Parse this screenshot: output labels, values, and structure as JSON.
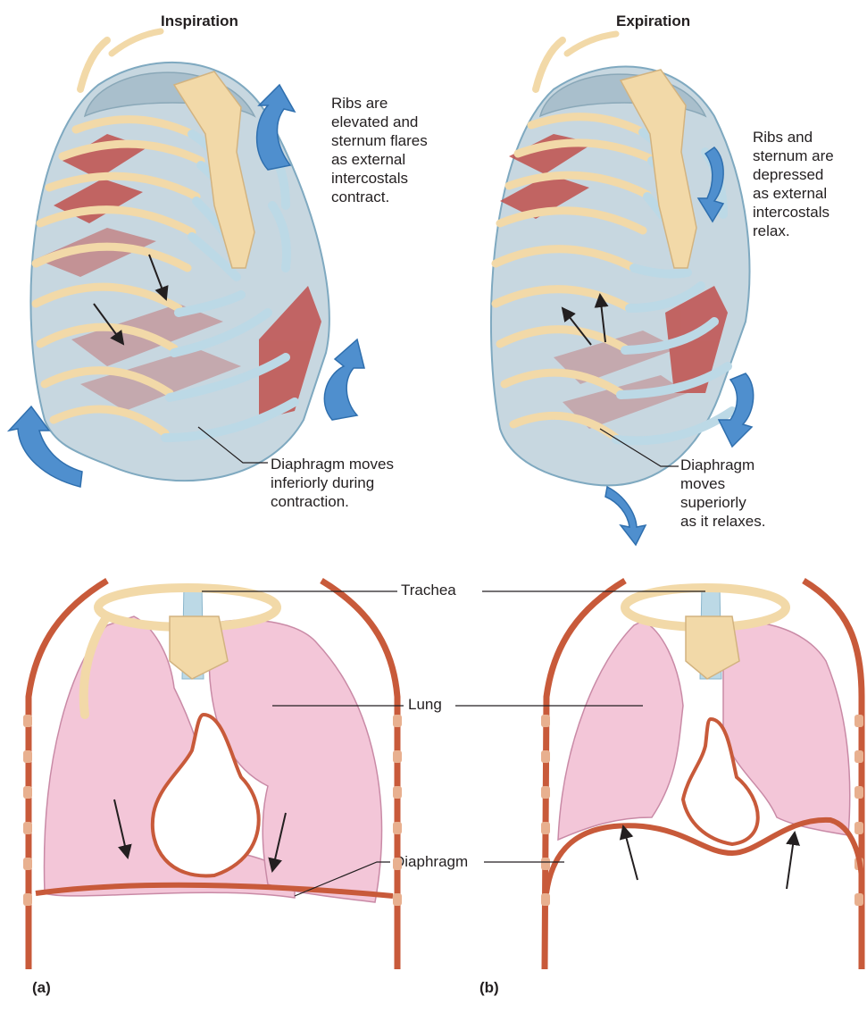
{
  "headings": {
    "left": "Inspiration",
    "right": "Expiration"
  },
  "panel_labels": {
    "a": "(a)",
    "b": "(b)"
  },
  "annotations": {
    "ribs_elevated": "Ribs are\nelevated and\nsternum flares\nas external\nintercostals\ncontract.",
    "ribs_depressed": "Ribs and\nsternum are\ndepressed\nas external\nintercostals\nrelax.",
    "diaphragm_inferior": "Diaphragm moves\ninferiorly during\ncontraction.",
    "diaphragm_superior": "Diaphragm\nmoves\nsuperiorly\nas it relaxes."
  },
  "shared_labels": {
    "trachea": "Trachea",
    "lung": "Lung",
    "diaphragm": "Diaphragm"
  },
  "colors": {
    "bone": "#f2d9a8",
    "cartilage": "#bcd9e6",
    "muscle": "#c0504d",
    "lung": "#f3c6d8",
    "diaphragm": "#c85a3a",
    "arrow_blue": "#4f8fce",
    "leader": "#231f20"
  }
}
